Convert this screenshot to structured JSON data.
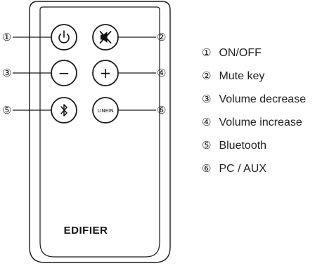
{
  "remote": {
    "brand": "EDIFIER",
    "buttons": [
      {
        "id": "power",
        "icon": "power-icon",
        "callout": "①"
      },
      {
        "id": "mute",
        "icon": "mute-icon",
        "callout": "②"
      },
      {
        "id": "volume-down",
        "icon": "minus-icon",
        "glyph": "−",
        "callout": "③"
      },
      {
        "id": "volume-up",
        "icon": "plus-icon",
        "glyph": "+",
        "callout": "④"
      },
      {
        "id": "bluetooth",
        "icon": "bluetooth-icon",
        "callout": "⑤"
      },
      {
        "id": "line-in",
        "label": "LINEIN",
        "callout": "⑥"
      }
    ]
  },
  "legend": [
    {
      "num": "①",
      "text": "ON/OFF"
    },
    {
      "num": "②",
      "text": "Mute key"
    },
    {
      "num": "③",
      "text": "Volume decrease"
    },
    {
      "num": "④",
      "text": "Volume increase"
    },
    {
      "num": "⑤",
      "text": "Bluetooth"
    },
    {
      "num": "⑥",
      "text": "PC / AUX"
    }
  ],
  "colors": {
    "outline": "#1a1a1a",
    "body_fill": "#ffffff"
  }
}
